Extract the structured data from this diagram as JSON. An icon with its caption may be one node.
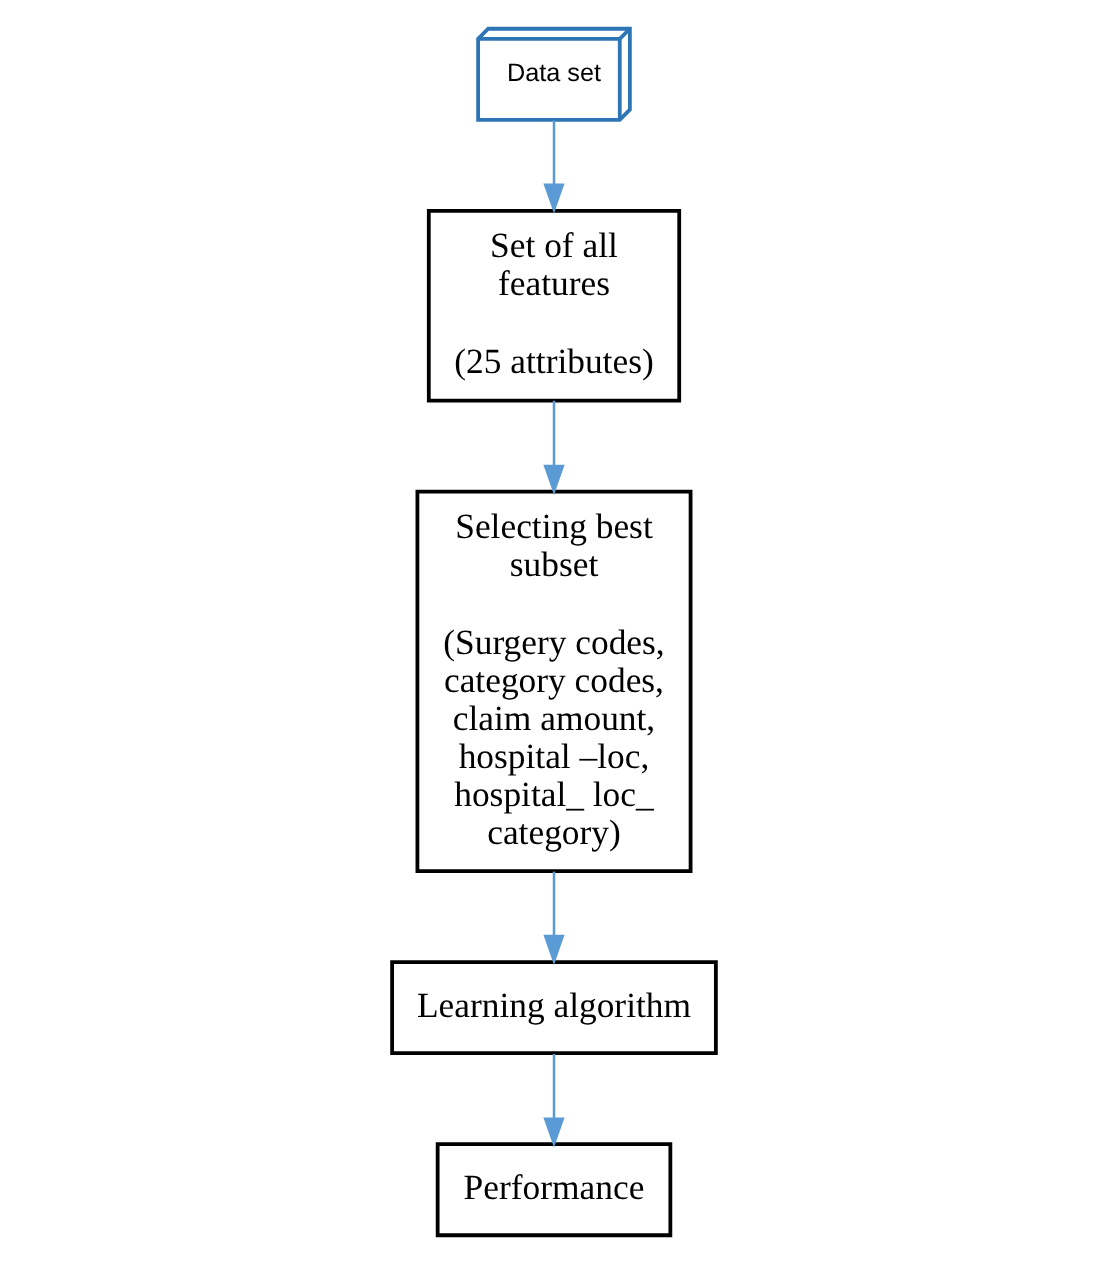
{
  "diagram": {
    "nodes": [
      {
        "text": [
          "Data set"
        ]
      },
      {
        "text": [
          "Set of all features",
          "(25 attributes)"
        ]
      },
      {
        "text": [
          "Selecting best subset",
          "(Surgery codes, category codes, claim amount, hospital –loc, hospital_ loc_ category)"
        ]
      },
      {
        "text": [
          "Learning algorithm"
        ]
      },
      {
        "text": [
          "Performance"
        ]
      }
    ],
    "edges": [
      {
        "from": 0,
        "to": 1,
        "arrow": "to"
      },
      {
        "from": 1,
        "to": 2,
        "arrow": "to"
      },
      {
        "from": 2,
        "to": 3,
        "arrow": "to"
      },
      {
        "from": 3,
        "to": 4,
        "arrow": "to"
      }
    ]
  }
}
